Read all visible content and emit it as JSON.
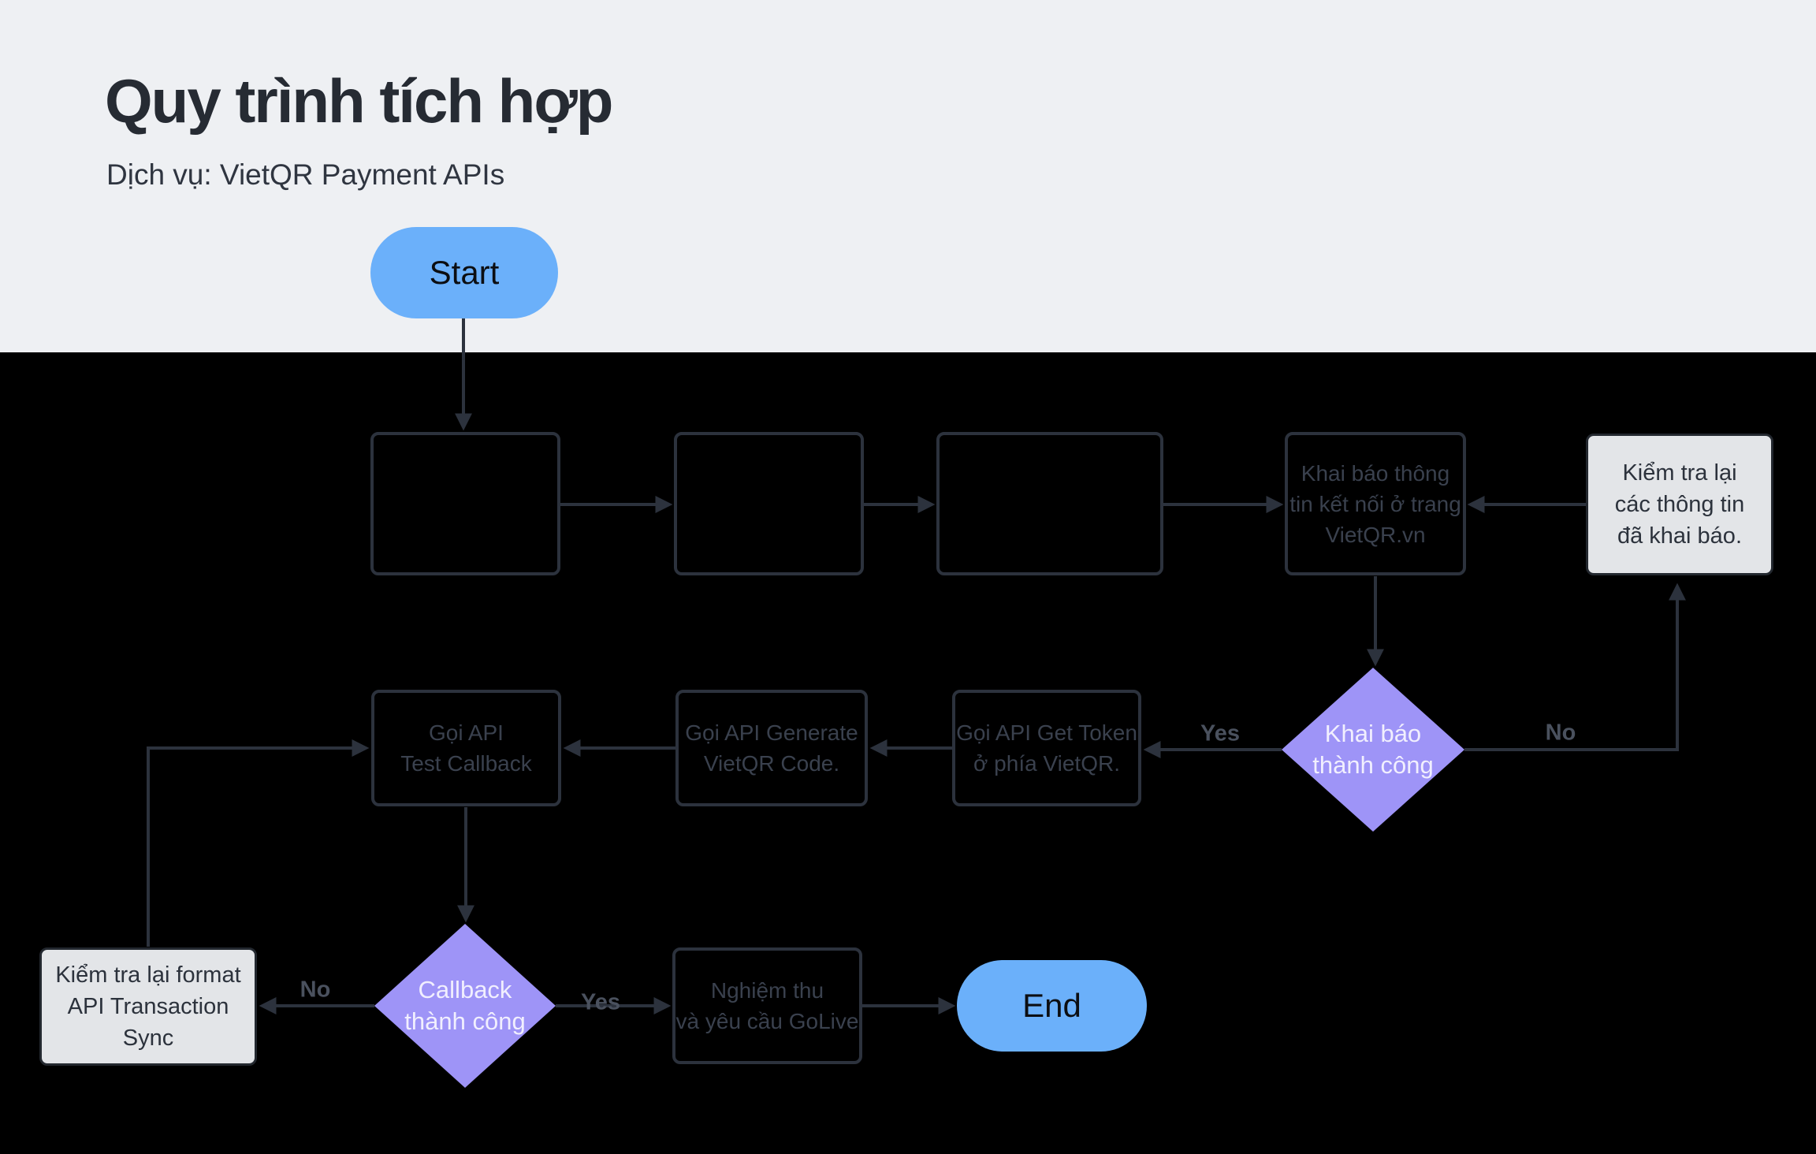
{
  "header": {
    "title": "Quy trình tích hợp",
    "subtitle": "Dịch vụ: VietQR Payment APIs"
  },
  "flowchart": {
    "nodes": {
      "start": {
        "label": "Start"
      },
      "step1": {
        "label": ""
      },
      "step2": {
        "label": ""
      },
      "step3": {
        "label": ""
      },
      "declare_info": {
        "label": "Khai báo thông\ntin kết nối ở trang\nVietQR.vn"
      },
      "recheck_info": {
        "label": "Kiểm tra lại\ncác thông tin\nđã khai báo."
      },
      "declare_success": {
        "label": "Khai báo\nthành công"
      },
      "get_token": {
        "label": "Gọi API Get Token\nở phía VietQR."
      },
      "generate_code": {
        "label": "Gọi API Generate\nVietQR Code."
      },
      "test_callback": {
        "label": "Gọi API\nTest Callback"
      },
      "callback_success": {
        "label": "Callback\nthành công"
      },
      "recheck_format": {
        "label": "Kiểm tra lại format\nAPI Transaction Sync"
      },
      "acceptance": {
        "label": "Nghiệm thu\nvà yêu cầu GoLive"
      },
      "end": {
        "label": "End"
      }
    },
    "edge_labels": {
      "declare_yes": "Yes",
      "declare_no": "No",
      "callback_yes": "Yes",
      "callback_no": "No"
    },
    "colors": {
      "terminator_fill": "#6bb0fa",
      "decision_fill": "#9e94f7",
      "process_border": "#2c323d",
      "process_text": "#3a414e",
      "note_fill": "#e3e5e8",
      "note_border": "#23282f",
      "line": "#2c323d",
      "background_top": "#eef0f3",
      "background_bottom": "#000000"
    }
  }
}
